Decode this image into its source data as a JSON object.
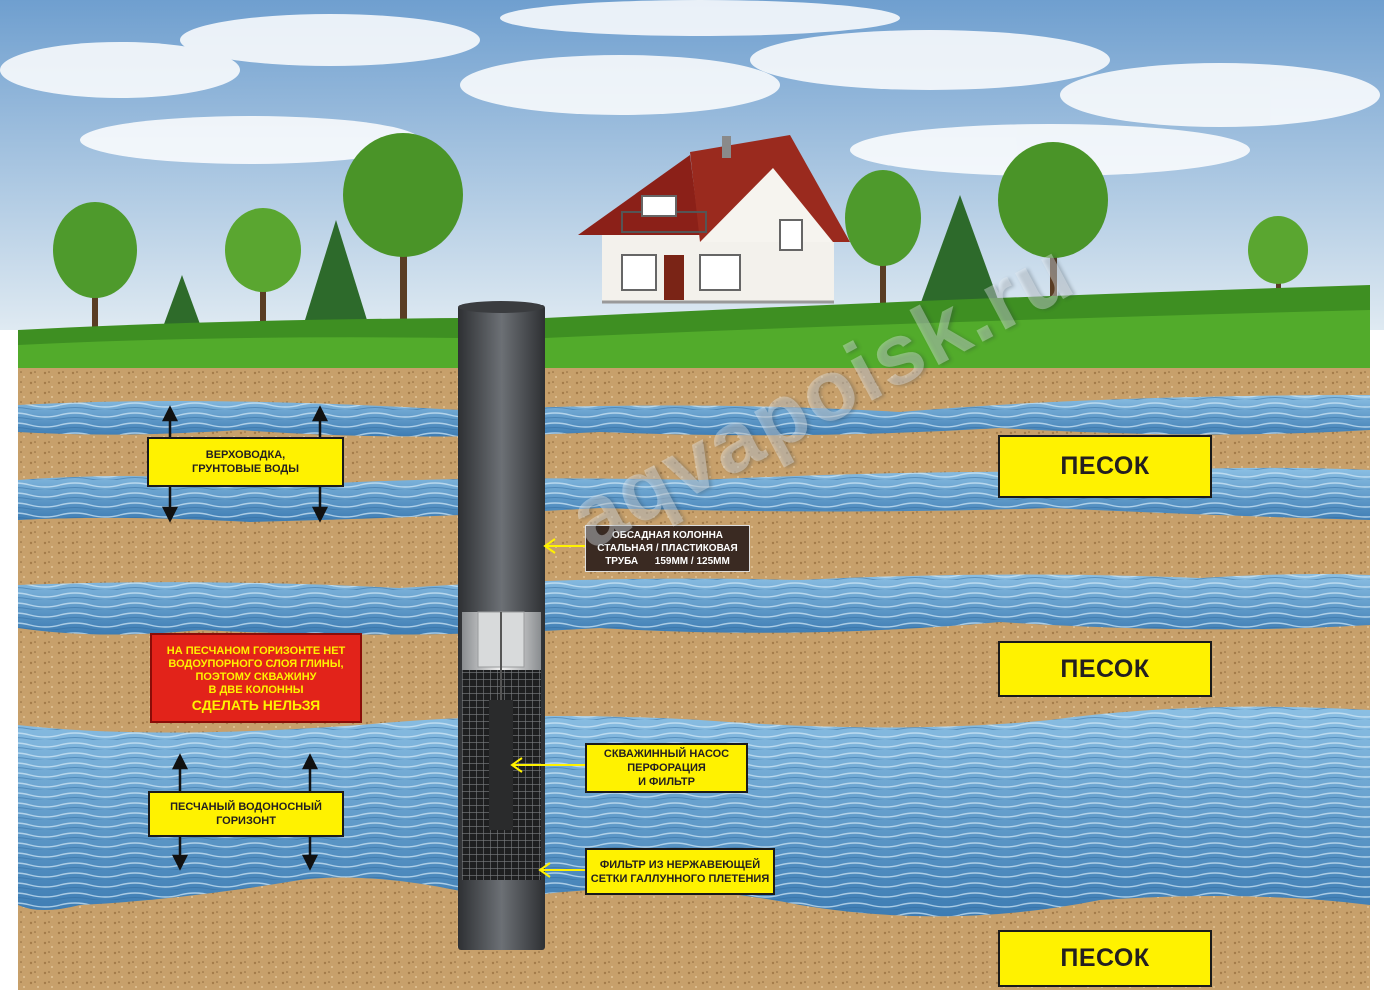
{
  "labels": {
    "perched_water": [
      "ВЕРХОВОДКА,",
      "ГРУНТОВЫЕ ВОДЫ"
    ],
    "casing": [
      "ОБСАДНАЯ КОЛОННА",
      "СТАЛЬНАЯ / ПЛАСТИКОВАЯ",
      "ТРУБА      159мм / 125мм"
    ],
    "warning": [
      "НА ПЕСЧАНОМ ГОРИЗОНТЕ НЕТ",
      "ВОДОУПОРНОГО СЛОЯ ГЛИНЫ,",
      "ПОЭТОМУ СКВАЖИНУ",
      "В ДВЕ КОЛОННЫ"
    ],
    "warning_emphasis": "СДЕЛАТЬ НЕЛЬЗЯ",
    "pump": [
      "СКВАЖИННЫЙ НАСОС",
      "ПЕРФОРАЦИЯ",
      "И ФИЛЬТР"
    ],
    "mesh_filter": [
      "ФИЛЬТР ИЗ НЕРЖАВЕЮЩЕЙ",
      "СЕТКИ ГАЛЛУННОГО ПЛЕТЕНИЯ"
    ],
    "aquifer": [
      "ПЕСЧАНЫЙ ВОДОНОСНЫЙ",
      "ГОРИЗОНТ"
    ],
    "sand_1": "ПЕСОК",
    "sand_2": "ПЕСОК",
    "sand_3": "ПЕСОК"
  },
  "watermark": "aqvapoisk.ru",
  "colors": {
    "sky": "#9fc4e6",
    "grass": "#3e8f22",
    "sand": "#c9a36e",
    "water": "#6aa8d8",
    "label_yellow": "#fff200",
    "warning_red": "#e2231a",
    "casing_label_bg": "#3a2a22",
    "pipe": "#55585c"
  }
}
